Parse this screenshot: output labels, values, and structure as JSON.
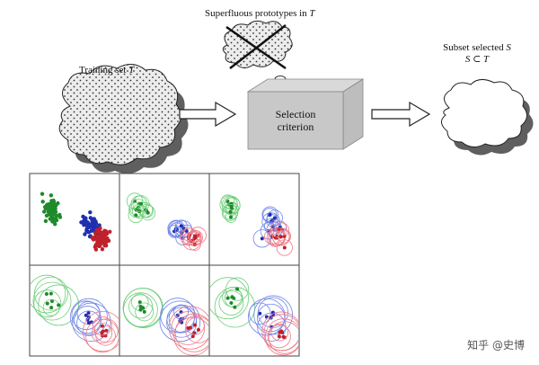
{
  "labels": {
    "superfluous_prefix": "Superfluous prototypes in ",
    "superfluous_var": "T",
    "training_prefix": "Training set ",
    "training_var": "T",
    "selection_line1": "Selection",
    "selection_line2": "criterion",
    "subset_prefix": "Subset selected ",
    "subset_var": "S",
    "subset_relation": "S ⊂ T"
  },
  "watermark": "知乎 @史博",
  "colors": {
    "class_a": "#1e8a2a",
    "class_b": "#1f2fb0",
    "class_c": "#c0202a",
    "class_a_light": "#6fcf7a",
    "class_b_light": "#6f86e8",
    "class_c_light": "#ef7a86"
  },
  "panels": [
    {
      "id": "p1",
      "style": "dense"
    },
    {
      "id": "p2",
      "style": "circles"
    },
    {
      "id": "p3",
      "style": "circles"
    },
    {
      "id": "p4",
      "style": "sparse"
    },
    {
      "id": "p5",
      "style": "sparse"
    },
    {
      "id": "p6",
      "style": "sparse"
    }
  ]
}
